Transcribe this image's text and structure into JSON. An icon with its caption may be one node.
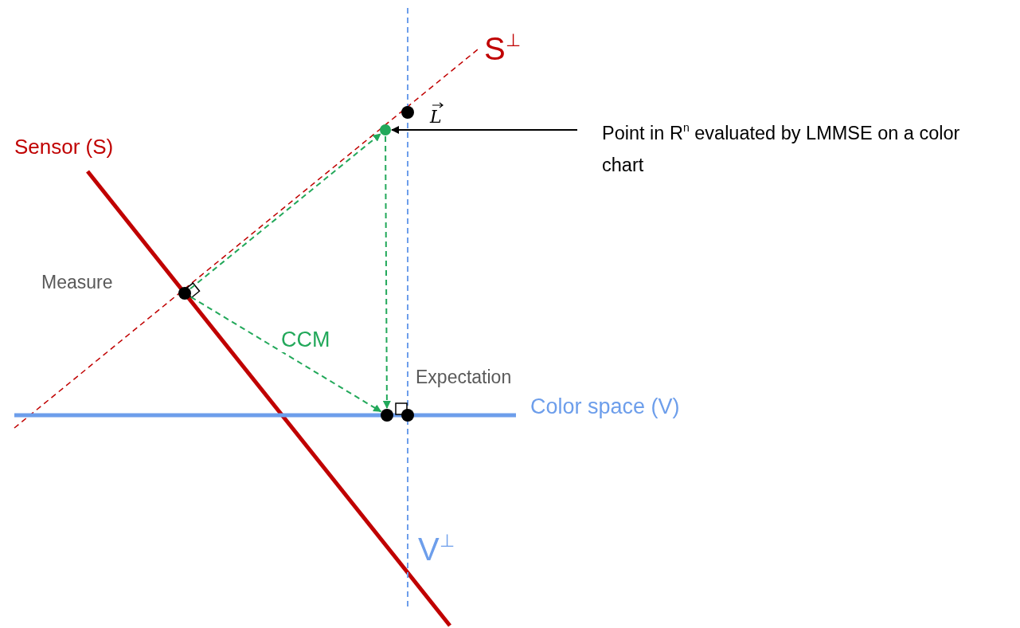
{
  "diagram": {
    "nodes": [
      {
        "text": [],
        "shape": "circle",
        "beside": [
          "Measure"
        ]
      },
      {
        "text": [],
        "shape": "circle"
      },
      {
        "text": [],
        "shape": "circle"
      },
      {
        "text": [],
        "shape": "circle",
        "beside": [
          "Expectation"
        ]
      },
      {
        "text": [],
        "shape": "circle"
      },
      {
        "text": [
          "Point in R$^{n}$ evaluated by LMMSE on a color chart"
        ]
      }
    ],
    "edges": [
      {
        "from": 0,
        "to": 1,
        "arrow": "to",
        "style": "dashed"
      },
      {
        "from": 0,
        "to": 2,
        "arrow": "to",
        "style": "dashed",
        "label": "CCM"
      },
      {
        "from": 1,
        "to": 2,
        "arrow": "to",
        "style": "dashed"
      },
      {
        "from": 5,
        "to": 1,
        "arrow": "to",
        "color": "#000000"
      }
    ],
    "labels": [
      "S$^{⊥}$",
      "L",
      "Sensor (S)",
      "Color space (V)",
      "V$^{⊥}$"
    ]
  }
}
